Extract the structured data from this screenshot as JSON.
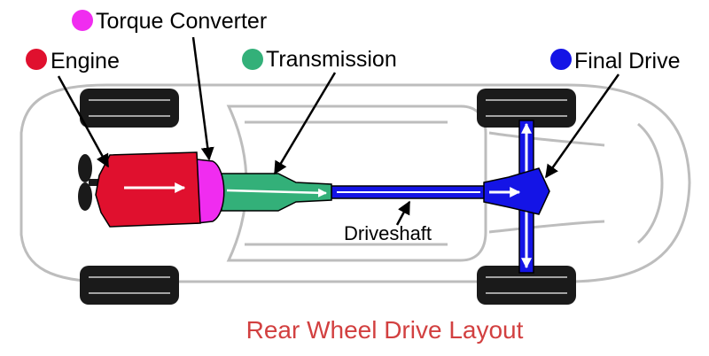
{
  "labels": {
    "torque_converter": "Torque Converter",
    "engine": "Engine",
    "transmission": "Transmission",
    "final_drive": "Final Drive",
    "driveshaft": "Driveshaft"
  },
  "caption": "Rear Wheel Drive Layout",
  "colors": {
    "engine": "#e0102e",
    "torque_converter": "#f02cf0",
    "transmission": "#33b079",
    "final_drive": "#1414e6",
    "driveshaft": "#1414e6",
    "caption": "#d24040",
    "car_outline": "#bdbdbd",
    "tire": "#1a1a1a"
  }
}
